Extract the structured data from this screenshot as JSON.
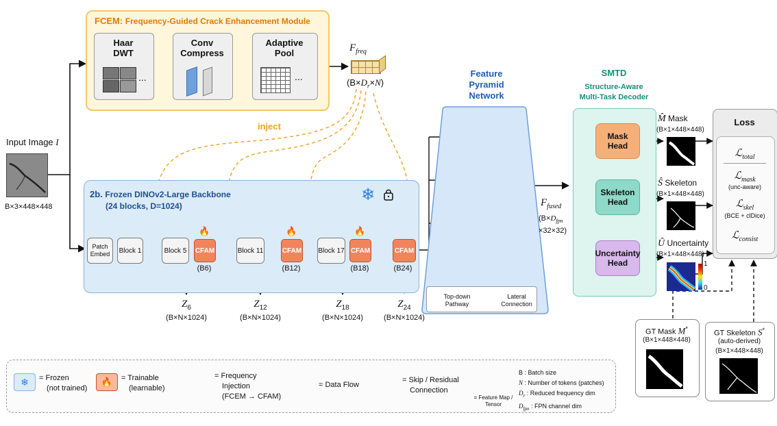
{
  "fcem": {
    "title_prefix": "FCEM:",
    "title": "Frequency-Guided Crack Enhancement Module",
    "sub1": [
      "Haar",
      "DWT"
    ],
    "sub2": [
      "Conv",
      "Compress"
    ],
    "sub3": [
      "Adaptive",
      "Pool"
    ],
    "ellipsis": "...",
    "output_label": "F",
    "output_sub": "freq",
    "output_shape_pre": "(B×",
    "output_shape_var": "D",
    "output_shape_sub": "r",
    "output_shape_post": "×",
    "output_shape_n": "N",
    "output_shape_end": ")"
  },
  "inject_label": "inject",
  "input": {
    "label": "Input Image",
    "var": "I",
    "shape": "B×3×448×448"
  },
  "backbone": {
    "title_prefix": "2b.",
    "title": "Frozen DINOv2-Large Backbone",
    "subtitle": "(24 blocks, D=1024)",
    "patch_embed": [
      "Patch",
      "Embed"
    ],
    "blocks": [
      "Block 1",
      "Block 5",
      "Block 11",
      "Block 17"
    ],
    "cfam": "CFAM",
    "cfam_tags": [
      "(B6)",
      "(B12)",
      "(B18)",
      "(B24)"
    ],
    "z_var": "Z",
    "z_subs": [
      "6",
      "12",
      "18",
      "24"
    ],
    "z_shape": "(B×N×1024)"
  },
  "fpn": {
    "title": [
      "Feature",
      "Pyramid",
      "Network"
    ],
    "legend_top_down": [
      "Top-down",
      "Pathway"
    ],
    "legend_lateral": [
      "Lateral",
      "Connection"
    ],
    "output_label": "F",
    "output_sub": "fused",
    "shape_pre": "(B×",
    "shape_var": "D",
    "shape_sub": "fpn",
    "shape_post": "×32×32)"
  },
  "smtd": {
    "title": "SMTD",
    "subtitle": [
      "Structure-Aware",
      "Multi-Task Decoder"
    ],
    "heads": [
      {
        "label": [
          "Mask",
          "Head"
        ],
        "color": "#f5b07a",
        "border": "#d98a4f"
      },
      {
        "label": [
          "Skeleton",
          "Head"
        ],
        "color": "#8ed9c8",
        "border": "#55b59f"
      },
      {
        "label": [
          "Uncertainty",
          "Head"
        ],
        "color": "#d9b8ec",
        "border": "#a97fc7"
      }
    ]
  },
  "outputs": [
    {
      "var": "M̂",
      "label": "Mask",
      "shape": "(B×1×448×448)"
    },
    {
      "var": "Ŝ",
      "label": "Skeleton",
      "shape": "(B×1×448×448)"
    },
    {
      "var": "Û",
      "label": "Uncertainty",
      "shape": "(B×1×448×448)"
    }
  ],
  "colorbar": {
    "max": "1",
    "min": "0"
  },
  "loss": {
    "title": "Loss",
    "script": "ℒ",
    "terms": [
      {
        "sub": "total",
        "note": ""
      },
      {
        "sub": "mask",
        "note": "(unc-aware)"
      },
      {
        "sub": "skel",
        "note": "(BCE + clDice)"
      },
      {
        "sub": "consist",
        "note": ""
      }
    ]
  },
  "gt": [
    {
      "label": "GT Mask",
      "var": "M",
      "sup": "*",
      "extra": "",
      "shape": "(B×1×448×448)"
    },
    {
      "label": "GT Skeleton",
      "var": "S",
      "sup": "*",
      "extra": "(auto-derived)",
      "shape": "(B×1×448×448)"
    }
  ],
  "legend": {
    "frozen": "= Frozen",
    "frozen_note": "(not trained)",
    "trainable": "= Trainable",
    "trainable_note": "(learnable)",
    "freq": [
      "= Frequency",
      "Injection",
      "(FCEM → CFAM)"
    ],
    "data_flow": "= Data Flow",
    "skip": [
      "= Skip / Residual",
      "Connection"
    ],
    "feature_map": [
      "= Feature Map /",
      "Tensor"
    ],
    "defs": [
      {
        "sym": "B",
        "sub": "",
        "text": ": Batch size"
      },
      {
        "sym": "N",
        "sub": "",
        "text": ": Number of tokens (patches)"
      },
      {
        "sym": "D",
        "sub": "r",
        "text": ": Reduced frequency dim"
      },
      {
        "sym": "D",
        "sub": "fpn",
        "text": ": FPN channel dim"
      }
    ]
  },
  "colors": {
    "fcem_title": "#e07b00",
    "backbone_title": "#1d4f91",
    "fpn_title": "#1f5fb0",
    "smtd_title": "#13907a",
    "inject": "#f0a020",
    "cfam": "#f0855d",
    "snowflake": "#2f7ee0"
  },
  "icons": [
    "snowflake-icon",
    "lock-icon",
    "fire-icon",
    "plus-circle-icon"
  ]
}
